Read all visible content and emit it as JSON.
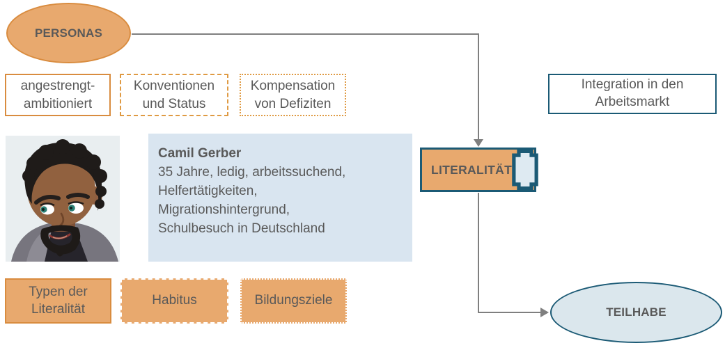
{
  "diagram_title": "Persona-Diagramm Literalität",
  "nodes": {
    "personas": {
      "label": "PERSONAS",
      "shape": "ellipse",
      "fill": "#E8A96E"
    },
    "literalitaet": {
      "label": "LITERALITÄT",
      "icon": "book-spine-icon",
      "fill": "#E8A96E",
      "border": "#1B5A75"
    },
    "teilhabe": {
      "label": "TEILHABE",
      "shape": "ellipse",
      "fill": "#DBE7ED"
    },
    "integration": {
      "line1": "Integration in den",
      "line2": "Arbeitsmarkt",
      "border": "#1B5A75"
    }
  },
  "top_tags": [
    {
      "line1": "angestrengt-",
      "line2": "ambitioniert",
      "border_style": "solid"
    },
    {
      "line1": "Konventionen",
      "line2": "und Status",
      "border_style": "dashed"
    },
    {
      "line1": "Kompensation",
      "line2": "von Defiziten",
      "border_style": "dotted"
    }
  ],
  "bottom_tags": [
    {
      "line1": "Typen der",
      "line2": "Literalität",
      "border_style": "solid"
    },
    {
      "line1": "Habitus",
      "line2": "",
      "border_style": "dashed"
    },
    {
      "line1": "Bildungsziele",
      "line2": "",
      "border_style": "dotted"
    }
  ],
  "persona_card": {
    "name": "Camil Gerber",
    "details": [
      "35 Jahre, ledig, arbeitssuchend,",
      "Helfertätigkeiten,",
      "Migrationshintergrund,",
      "Schulbesuch in Deutschland"
    ]
  },
  "connections": [
    {
      "from": "PERSONAS",
      "to": "LITERALITÄT",
      "type": "arrow"
    },
    {
      "from": "LITERALITÄT",
      "to": "TEILHABE",
      "type": "arrow"
    }
  ],
  "colors": {
    "orange_fill": "#E8A96E",
    "orange_border": "#D98C3F",
    "teal": "#1B5A75",
    "card_blue": "#D9E5F0",
    "ellipse_blue": "#DBE7ED",
    "text_gray": "#595959",
    "connector_gray": "#7F7F7F"
  }
}
